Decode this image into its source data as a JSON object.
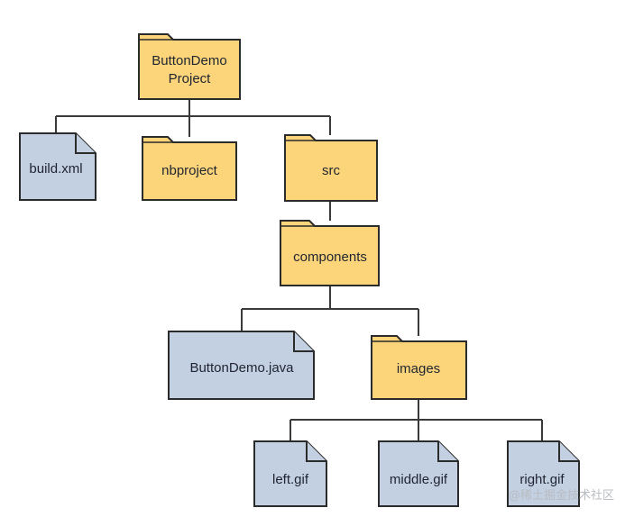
{
  "nodes": {
    "root": {
      "lines": [
        "ButtonDemo",
        "Project"
      ],
      "kind": "folder"
    },
    "build_xml": {
      "label": "build.xml",
      "kind": "file"
    },
    "nbproject": {
      "label": "nbproject",
      "kind": "folder"
    },
    "src": {
      "label": "src",
      "kind": "folder"
    },
    "components": {
      "label": "components",
      "kind": "folder"
    },
    "buttondemo_java": {
      "label": "ButtonDemo.java",
      "kind": "file"
    },
    "images": {
      "label": "images",
      "kind": "folder"
    },
    "left_gif": {
      "label": "left.gif",
      "kind": "file"
    },
    "middle_gif": {
      "label": "middle.gif",
      "kind": "file"
    },
    "right_gif": {
      "label": "right.gif",
      "kind": "file"
    }
  },
  "colors": {
    "folder_fill": "#fcd57a",
    "file_fill": "#c3d0e2",
    "outline": "#2b2b2b",
    "connector": "#3a3a3a"
  },
  "watermark": "@稀土掘金技术社区"
}
